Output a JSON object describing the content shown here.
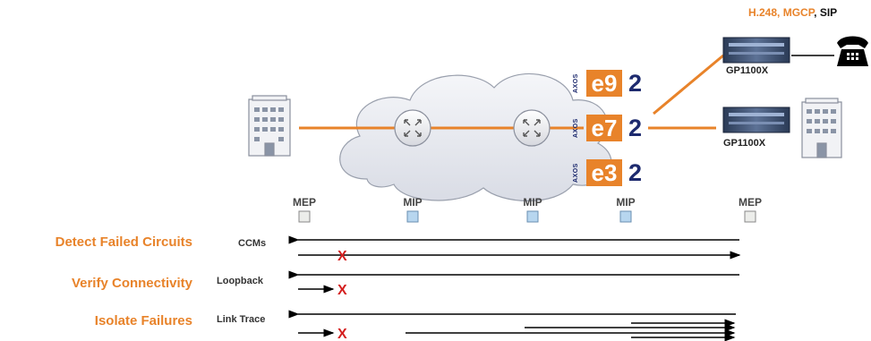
{
  "protocols": {
    "h248": "H.248,",
    "mgcp": "MGCP",
    "sip": ", SIP"
  },
  "devices": {
    "top": "GP1100X",
    "middle": "GP1100X"
  },
  "axos_badges": [
    {
      "vendor": "AXOS",
      "model": "e9",
      "num": "2"
    },
    {
      "vendor": "AXOS",
      "model": "e7",
      "num": "2"
    },
    {
      "vendor": "AXOS",
      "model": "e3",
      "num": "2"
    }
  ],
  "points": [
    "MEP",
    "MIP",
    "MIP",
    "MIP",
    "MEP"
  ],
  "rows": [
    {
      "category": "Detect Failed Circuits",
      "method": "CCMs"
    },
    {
      "category": "Verify Connectivity",
      "method": "Loopback"
    },
    {
      "category": "Isolate Failures",
      "method": "Link Trace"
    }
  ],
  "failure_mark": "X",
  "colors": {
    "accent": "#e8832a",
    "navy": "#1d2a6e",
    "cloud": "#e9ebf1",
    "mip_square": "#b7d6ef",
    "mep_square": "#ecedea",
    "failure": "#d42020"
  }
}
